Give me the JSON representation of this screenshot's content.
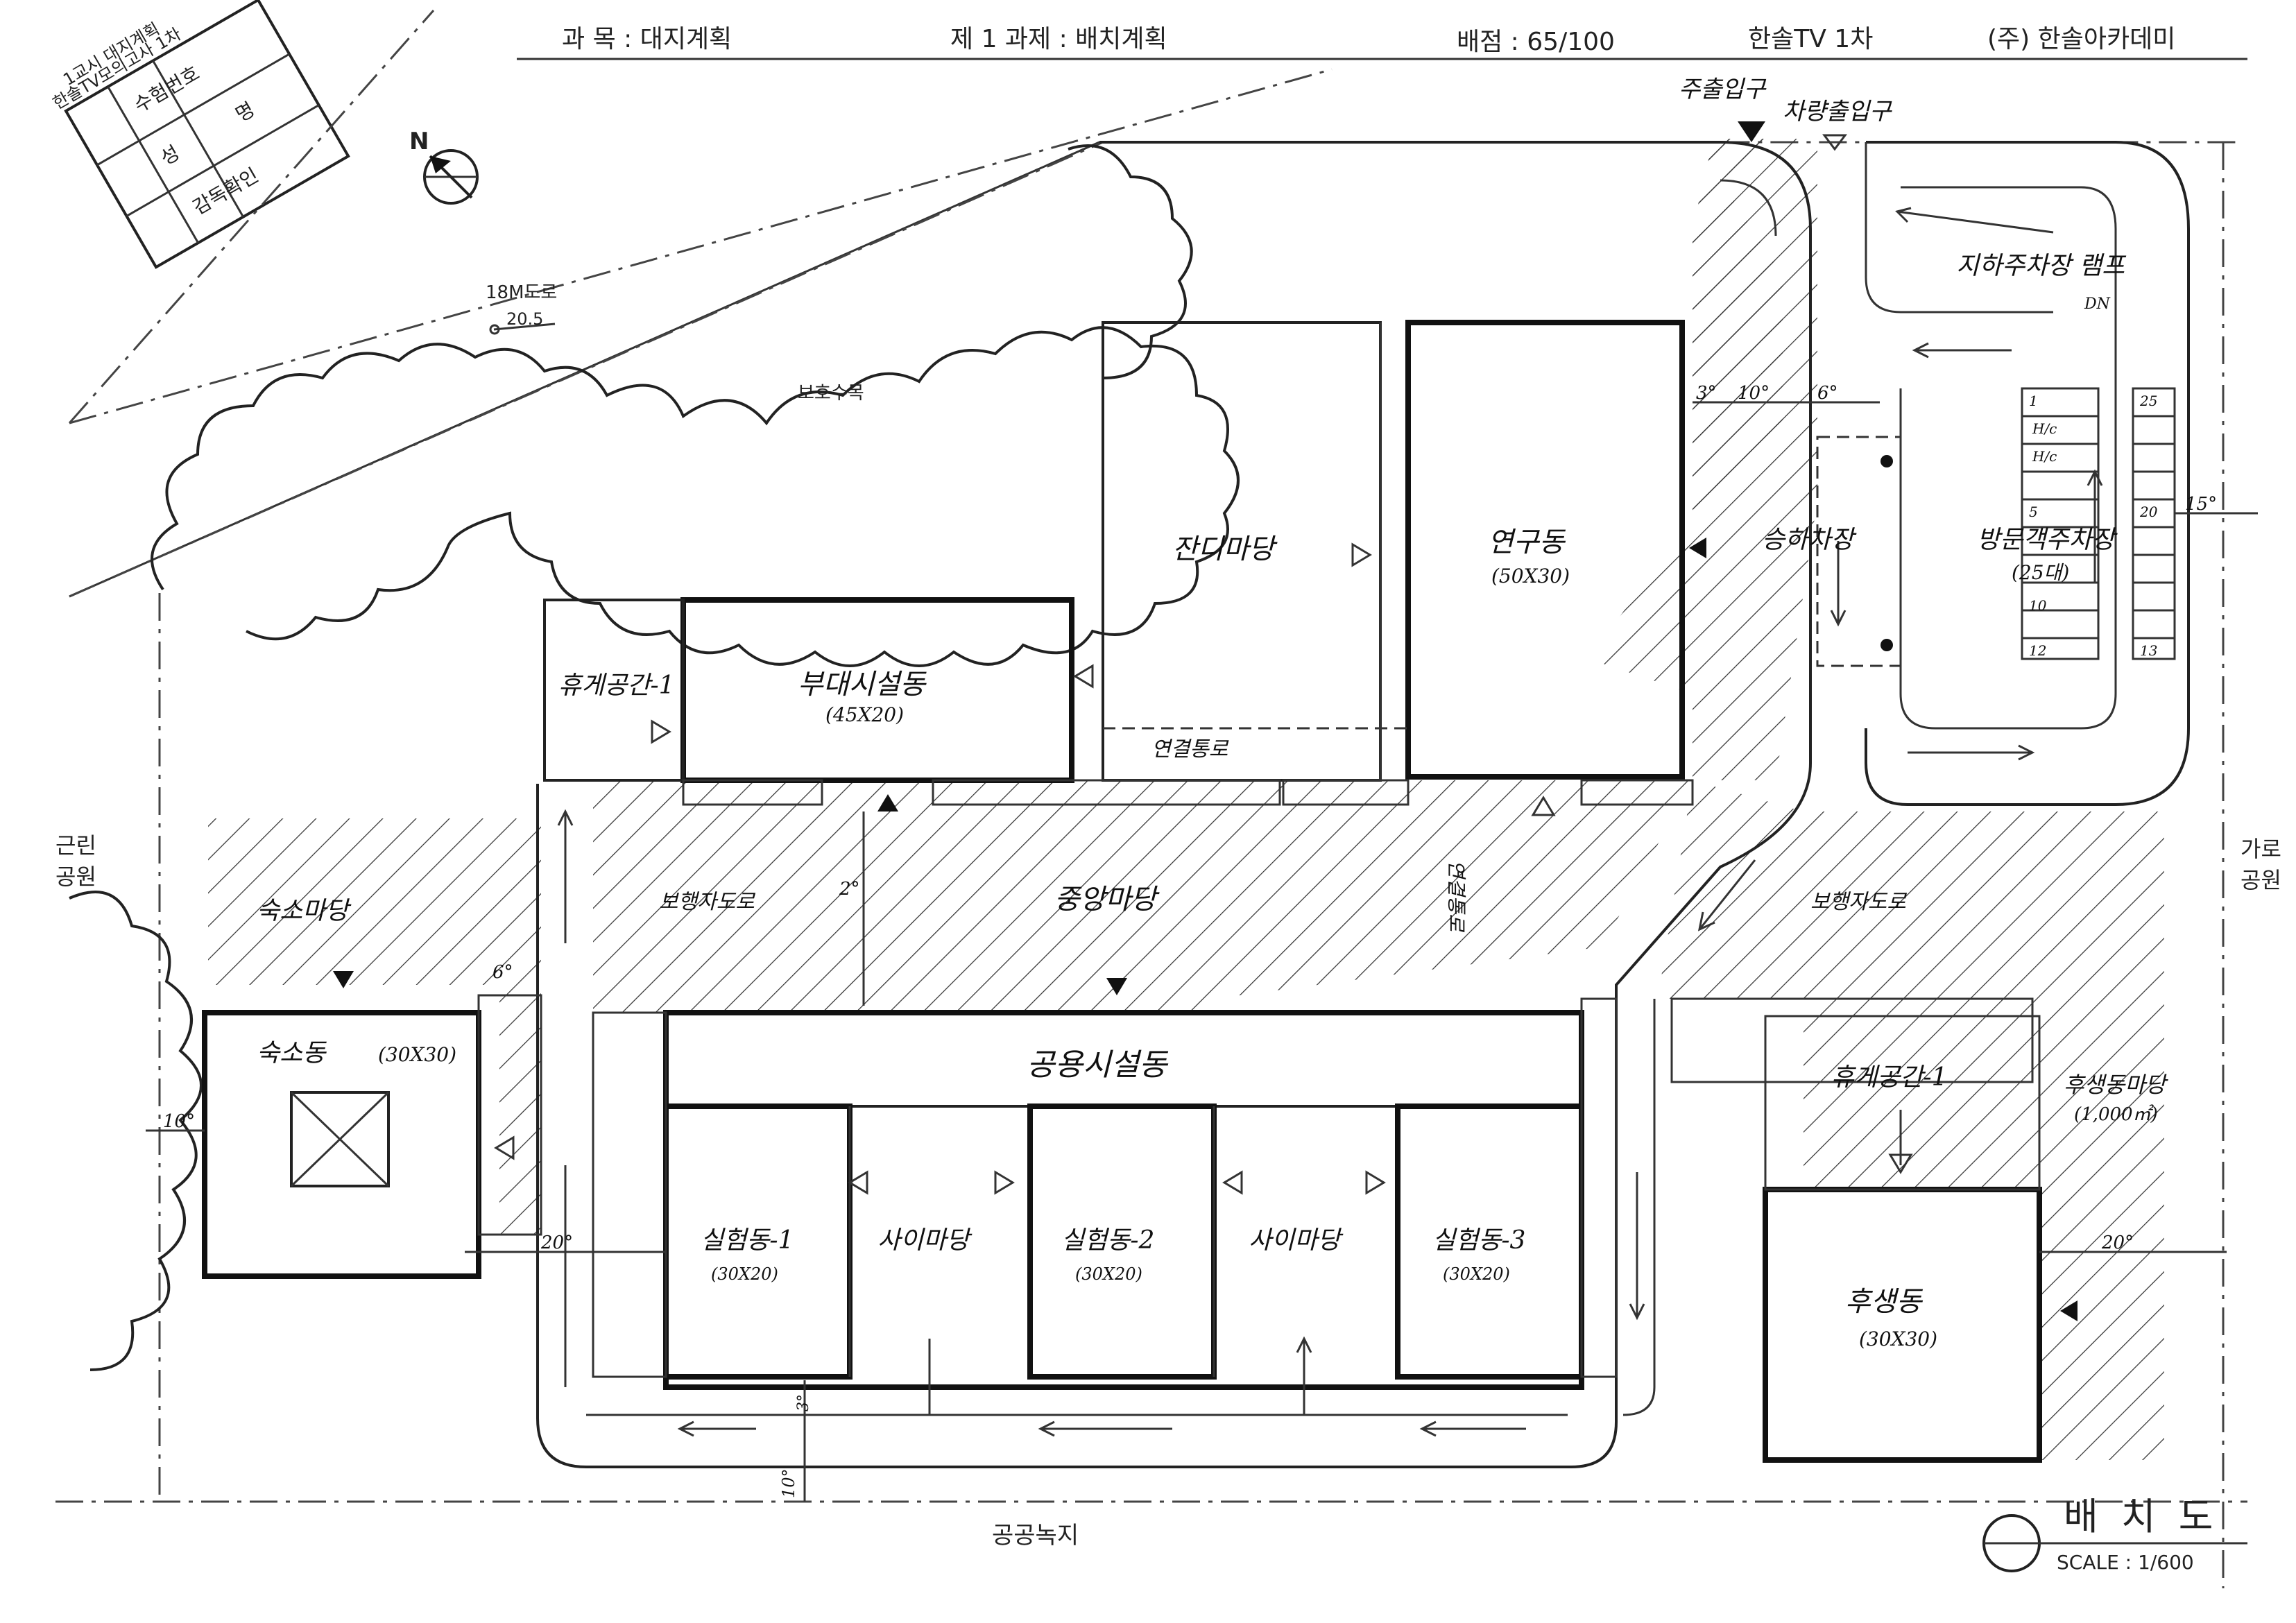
{
  "header": {
    "subject": "과 목 : 대지계획",
    "task": "제 1 과제 : 배치계획",
    "score": "배점 : 65/100",
    "broadcast": "한솔TV 1차",
    "publisher": "(주) 한솔아카데미"
  },
  "exam_box": {
    "title_line1": "한솔TV모의고사 1차",
    "title_line2": "1교시 대지계획",
    "row1": "수험번호",
    "row2_a": "성",
    "row2_b": "명",
    "row3": "감독확인"
  },
  "site_labels": {
    "north": "N",
    "road": "18M도로",
    "road_level": "20.5",
    "protected_trees": "보호수목",
    "neighborhood_park": "근린\n공원",
    "neighborhood_park_l1": "근린",
    "neighborhood_park_l2": "공원",
    "street_park_l1": "가로",
    "street_park_l2": "공원",
    "public_green": "공공녹지"
  },
  "handwritten": {
    "main_entrance": "주출입구",
    "vehicle_entrance": "차량출입구",
    "underground_parking_ramp": "지하주차장 램프",
    "dn": "DN",
    "grass_court": "잔디마당",
    "research_bldg": "연구동",
    "research_size": "(50X30)",
    "dropoff": "승하차장",
    "ground_parking": "방문객주차장",
    "ground_parking_count": "(25대)",
    "ancillary_bldg": "부대시설동",
    "ancillary_size": "(45X20)",
    "rest_area_1": "휴게공간-1",
    "connection_corridor": "연결통로",
    "lodging_yard": "숙소마당",
    "pedestrian_path_left": "보행자도로",
    "central_yard": "중앙마당",
    "pedestrian_path_right": "보행자도로",
    "connection_corridor_2": "연결통로",
    "lodging_bldg": "숙소동",
    "lodging_size": "(30X30)",
    "common_bldg": "공용시설동",
    "lab_1": "실험동-1",
    "lab_1_size": "(30X20)",
    "side_yard_1": "사이마당",
    "lab_2": "실험동-2",
    "lab_2_size": "(30X20)",
    "side_yard_2": "사이마당",
    "lab_3": "실험동-3",
    "lab_3_size": "(30X20)",
    "rest_area_2": "휴게공간-1",
    "welfare_yard": "후생동마당",
    "welfare_yard_area": "(1,000㎡)",
    "welfare_bldg": "후생동",
    "welfare_size": "(30X30)",
    "dim_3m": "3°",
    "dim_10m": "10°",
    "dim_6m": "6°",
    "dim_15m": "15°",
    "dim_20m": "20°",
    "dim_20m_b": "20°",
    "dim_10m_b": "10°",
    "dim_2m": "2°",
    "dim_6m_b": "6°",
    "dim_10m_c": "10°",
    "dim_3m_b": "3°",
    "p1": "1",
    "p25": "25",
    "p5": "5",
    "p20": "20",
    "p10": "10",
    "p12": "12",
    "p13": "13",
    "hc1": "H/c",
    "hc2": "H/c"
  },
  "title_block": {
    "drawing_title": "배 치 도",
    "scale": "SCALE : 1/600"
  }
}
